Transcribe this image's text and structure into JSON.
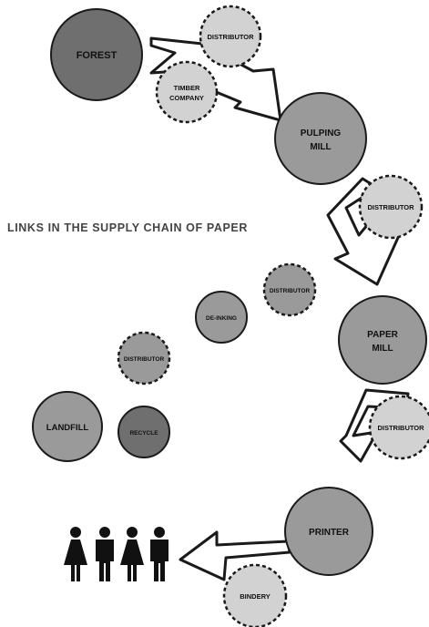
{
  "title": "LINKS IN THE SUPPLY CHAIN OF PAPER",
  "nodes": {
    "forest": "FOREST",
    "distributor_1": "DISTRIBUTOR",
    "timber_company_line1": "TIMBER",
    "timber_company_line2": "COMPANY",
    "pulping_mill_line1": "PULPING",
    "pulping_mill_line2": "MILL",
    "distributor_2": "DISTRIBUTOR",
    "paper_mill_line1": "PAPER",
    "paper_mill_line2": "MILL",
    "distributor_3": "DISTRIBUTOR",
    "printer": "PRINTER",
    "bindery": "BINDERY",
    "distributor_4": "DISTRIBUTOR",
    "de_inking": "DE-INKING",
    "distributor_5": "DISTRIBUTOR",
    "recycle": "RECYCLE",
    "landfill": "LANDFILL"
  },
  "icons": [
    "woman-icon",
    "man-icon",
    "woman-icon",
    "man-icon"
  ],
  "colors": {
    "dark_node": "#6f6f6f",
    "mid_node": "#9a9a9a",
    "light_node": "#d2d2d2",
    "outline": "#1a1a1a",
    "people": "#111111"
  }
}
